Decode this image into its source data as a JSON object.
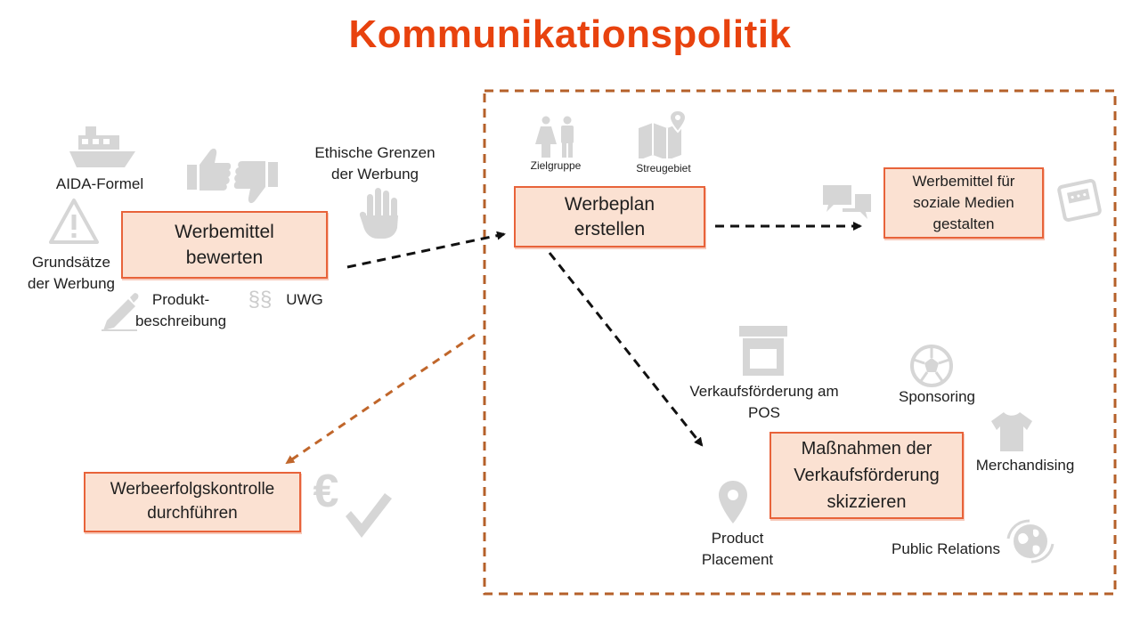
{
  "title": "Kommunikationspolitik",
  "boxes": {
    "bewerten": "Werbemittel\nbewerten",
    "werbeplan": "Werbeplan\nerstellen",
    "soziale": "Werbemittel für\nsoziale Medien\ngestalten",
    "massnahmen": "Maßnahmen der\nVerkaufsförderung\nskizzieren",
    "kontrolle": "Werbeerfolgskontrolle\ndurchführen"
  },
  "labels": {
    "aida": "AIDA-Formel",
    "grundsaetze": "Grundsätze\nder Werbung",
    "ethische": "Ethische Grenzen\nder Werbung",
    "produkt": "Produkt-\nbeschreibung",
    "uwg": "UWG",
    "paragraph": "§§",
    "zielgruppe": "Zielgruppe",
    "streugebiet": "Streugebiet",
    "pos": "Verkaufsförderung am\nPOS",
    "sponsoring": "Sponsoring",
    "merchandising": "Merchandising",
    "placement": "Product\nPlacement",
    "pr": "Public Relations",
    "euro": "€"
  },
  "colors": {
    "title": "#e8420e",
    "box_fill": "#fbe1d2",
    "box_border": "#e8633a",
    "frame": "#b5602a",
    "icon": "#d6d6d6",
    "arrow": "#111111",
    "feedback_arrow": "#c0662b"
  },
  "icons": [
    "ship-icon",
    "warning-icon",
    "thumbs-up-icon",
    "thumbs-down-icon",
    "stop-hand-icon",
    "pencil-icon",
    "people-icon",
    "map-icon",
    "chat-icon",
    "tablet-icon",
    "store-icon",
    "soccer-ball-icon",
    "tshirt-icon",
    "location-pin-icon",
    "globe-icon",
    "euro-icon",
    "checkmark-icon"
  ]
}
